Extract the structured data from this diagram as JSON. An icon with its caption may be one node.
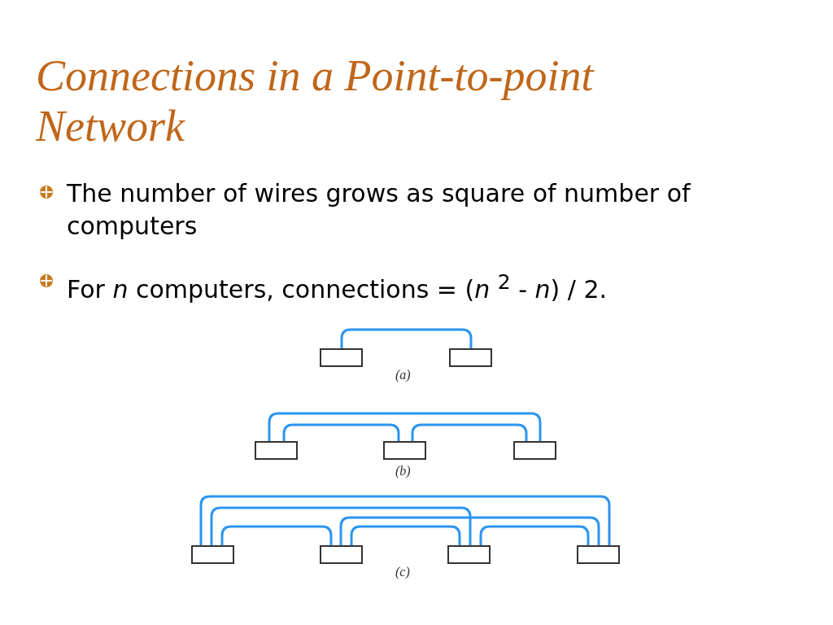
{
  "diagram": {
    "title": "Connections in a Point-to-point Network",
    "nodes": [
      {
        "text": [],
        "shape": "box"
      },
      {
        "text": [],
        "shape": "box"
      },
      {
        "text": [],
        "shape": "box"
      },
      {
        "text": [],
        "shape": "box"
      },
      {
        "text": [],
        "shape": "box"
      },
      {
        "text": [],
        "shape": "box"
      },
      {
        "text": [],
        "shape": "box"
      },
      {
        "text": [],
        "shape": "box"
      },
      {
        "text": [],
        "shape": "box"
      }
    ],
    "edges": [
      {
        "from": 0,
        "to": 1,
        "arrow": "none"
      },
      {
        "from": 2,
        "to": 4,
        "arrow": "none"
      },
      {
        "from": 2,
        "to": 3,
        "arrow": "none"
      },
      {
        "from": 3,
        "to": 4,
        "arrow": "none"
      },
      {
        "from": 5,
        "to": 8,
        "arrow": "none"
      },
      {
        "from": 5,
        "to": 7,
        "arrow": "none"
      },
      {
        "from": 5,
        "to": 6,
        "arrow": "none"
      },
      {
        "from": 6,
        "to": 8,
        "arrow": "none"
      },
      {
        "from": 6,
        "to": 7,
        "arrow": "none"
      },
      {
        "from": 7,
        "to": 8,
        "arrow": "none"
      }
    ],
    "labels": [
      "The number of wires grows as square of number of computers",
      "For *n* computers, connections = (*n* $^{2}$ - *n*) / 2.",
      "(a)",
      "(b)",
      "(c)"
    ]
  }
}
